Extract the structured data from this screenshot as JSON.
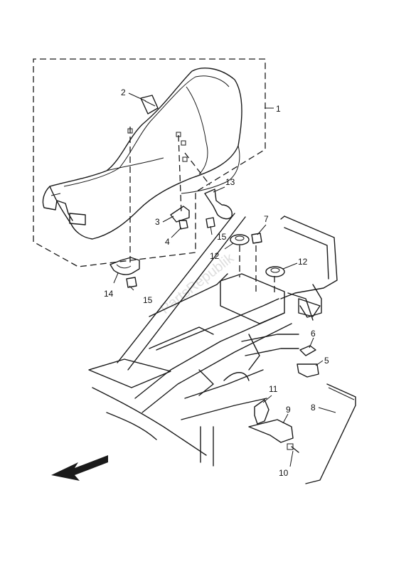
{
  "watermark": "PartsRepublik",
  "callouts": [
    {
      "id": "1",
      "text": "1"
    },
    {
      "id": "2",
      "text": "2"
    },
    {
      "id": "3",
      "text": "3"
    },
    {
      "id": "4",
      "text": "4"
    },
    {
      "id": "5",
      "text": "5"
    },
    {
      "id": "6",
      "text": "6"
    },
    {
      "id": "7",
      "text": "7"
    },
    {
      "id": "8",
      "text": "8"
    },
    {
      "id": "9",
      "text": "9"
    },
    {
      "id": "10",
      "text": "10"
    },
    {
      "id": "11",
      "text": "11"
    },
    {
      "id": "12a",
      "text": "12"
    },
    {
      "id": "12b",
      "text": "12"
    },
    {
      "id": "13",
      "text": "13"
    },
    {
      "id": "14",
      "text": "14"
    },
    {
      "id": "15a",
      "text": "15"
    },
    {
      "id": "15b",
      "text": "15"
    }
  ]
}
